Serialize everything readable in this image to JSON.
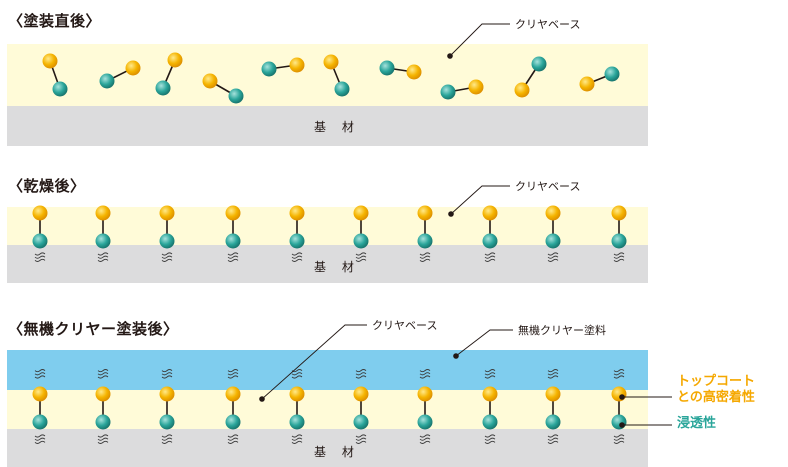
{
  "sections": [
    {
      "title": "〈塗装直後〉",
      "base_label": "基 材",
      "clear_label": "クリヤベース"
    },
    {
      "title": "〈乾燥後〉",
      "base_label": "基 材",
      "clear_label": "クリヤベース"
    },
    {
      "title": "〈無機クリヤー塗装後〉",
      "base_label": "基 材",
      "clear_label": "クリヤベース",
      "coat_label": "無機クリヤー塗料"
    }
  ],
  "legend": {
    "topcoat_line1": "トップコート",
    "topcoat_line2": "との高密着性",
    "penetration": "浸透性"
  },
  "colors": {
    "clear_base": "#fffbd8",
    "substrate": "#dcdcdd",
    "inorganic_coat": "#7fcdee",
    "orange_atom": "#f5b400",
    "teal_atom": "#2aa59a",
    "legend_orange": "#f5a800",
    "legend_teal": "#2aa59a"
  }
}
